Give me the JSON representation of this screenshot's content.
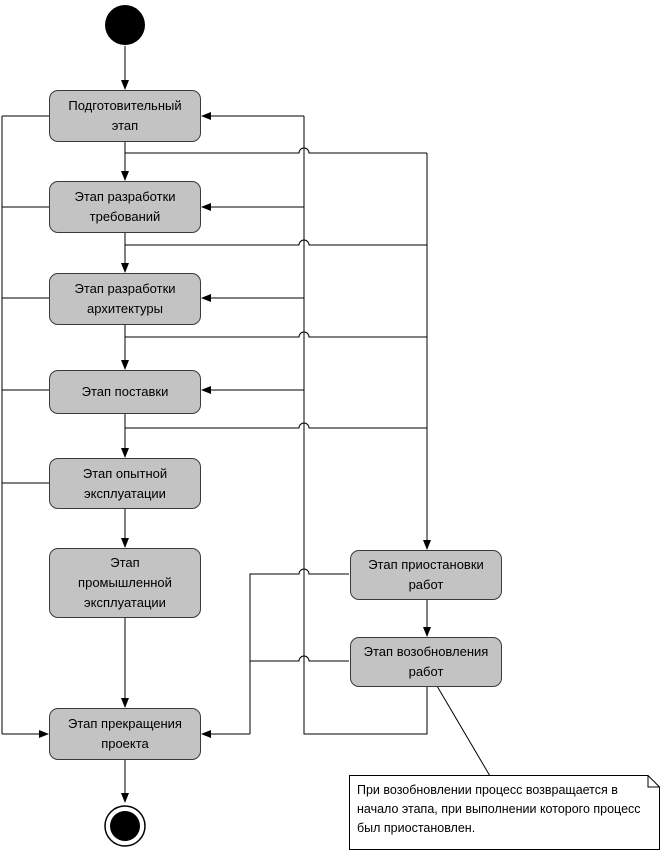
{
  "nodes": {
    "prep": "Подготовительный\nэтап",
    "req": "Этап разработки\nтребований",
    "arch": "Этап разработки\nархитектуры",
    "delivery": "Этап поставки",
    "pilot": "Этап опытной\nэксплуатации",
    "industrial": "Этап\nпромышленной\nэксплуатации",
    "termination": "Этап прекращения\nпроекта",
    "suspend": "Этап приостановки\nработ",
    "resume": "Этап возобновления\nработ"
  },
  "note": {
    "text": "При возобновлении процесс возвращается в начало этапа, при выполнении которого процесс был приостановлен."
  },
  "colors": {
    "node_fill": "#c3c3c3",
    "node_border": "#3a3a3a",
    "edge": "#000000",
    "start_end": "#000000"
  }
}
